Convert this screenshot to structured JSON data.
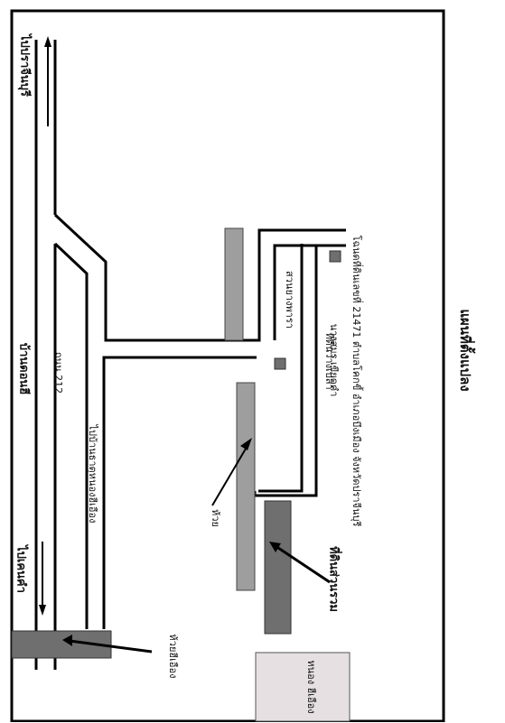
{
  "map": {
    "title": "แผนที่ตั้งแปลง",
    "address_line": "โฉนดที่ดินเลขที่ 21471 ตำบลโคกขี้ อำเภอบึงเมือง จังหวัดปราจีนบุรี",
    "owner": "นางสมร เขียดคำ",
    "land_label": "ที่ดินว่างเปล่า",
    "road_name": "ถนน 212",
    "village_left": "บ้านดอนฮี",
    "to_top": "ไปปราจีนบุรี",
    "to_bottom": "ไปเคนคำ",
    "side_road": "ไปบ้านธาตุหนองฮีเอือง",
    "garden": "สวนยางพารา",
    "creek": "ห้วย",
    "plot_label": "ที่ดินส่วนรวม",
    "creek2": "ห้วยฮีเอือง",
    "pond": "หนอง ฮีเอือง"
  },
  "colors": {
    "frame": "#000000",
    "dark_block": "#6f6f6f",
    "light_strip": "#9e9e9e",
    "pond_fill": "#e6e0e2"
  }
}
